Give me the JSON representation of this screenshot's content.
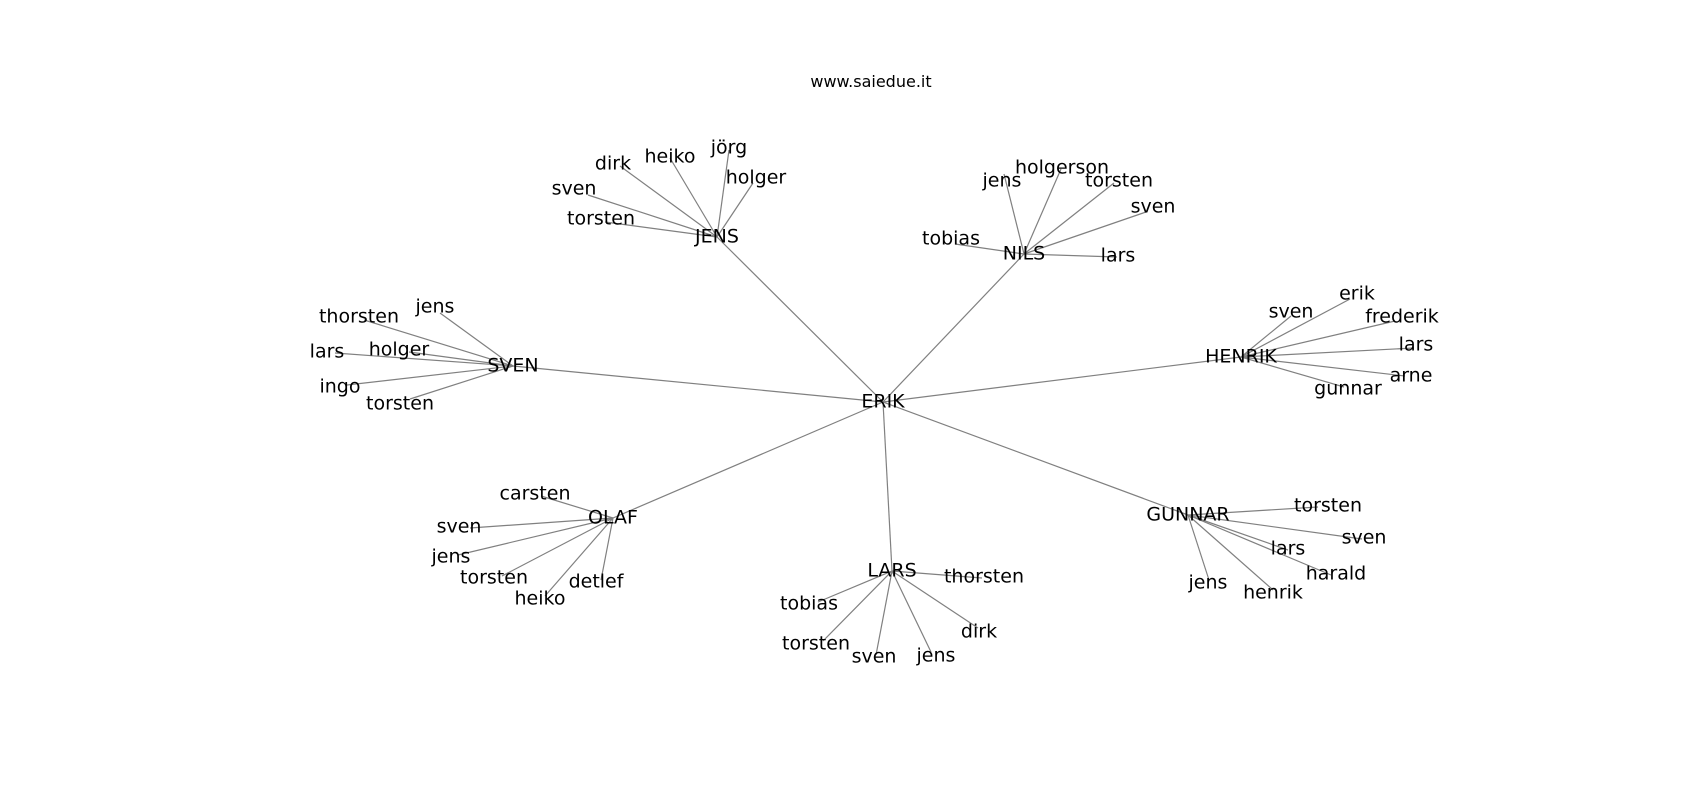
{
  "watermark": "www.saiedue.it",
  "graph": {
    "root": "ERIK",
    "groups": [
      {
        "name": "JENS",
        "children": [
          "dirk",
          "heiko",
          "jörg",
          "holger",
          "sven",
          "torsten"
        ]
      },
      {
        "name": "NILS",
        "children": [
          "jens",
          "holgerson",
          "torsten",
          "sven",
          "tobias",
          "lars"
        ]
      },
      {
        "name": "SVEN",
        "children": [
          "thorsten",
          "jens",
          "lars",
          "holger",
          "ingo",
          "torsten"
        ]
      },
      {
        "name": "HENRIK",
        "children": [
          "erik",
          "sven",
          "frederik",
          "lars",
          "arne",
          "gunnar"
        ]
      },
      {
        "name": "OLAF",
        "children": [
          "carsten",
          "sven",
          "jens",
          "torsten",
          "heiko",
          "detlef"
        ]
      },
      {
        "name": "LARS",
        "children": [
          "thorsten",
          "tobias",
          "torsten",
          "sven",
          "jens",
          "dirk"
        ]
      },
      {
        "name": "GUNNAR",
        "children": [
          "torsten",
          "sven",
          "lars",
          "harald",
          "henrik",
          "jens"
        ]
      }
    ]
  }
}
